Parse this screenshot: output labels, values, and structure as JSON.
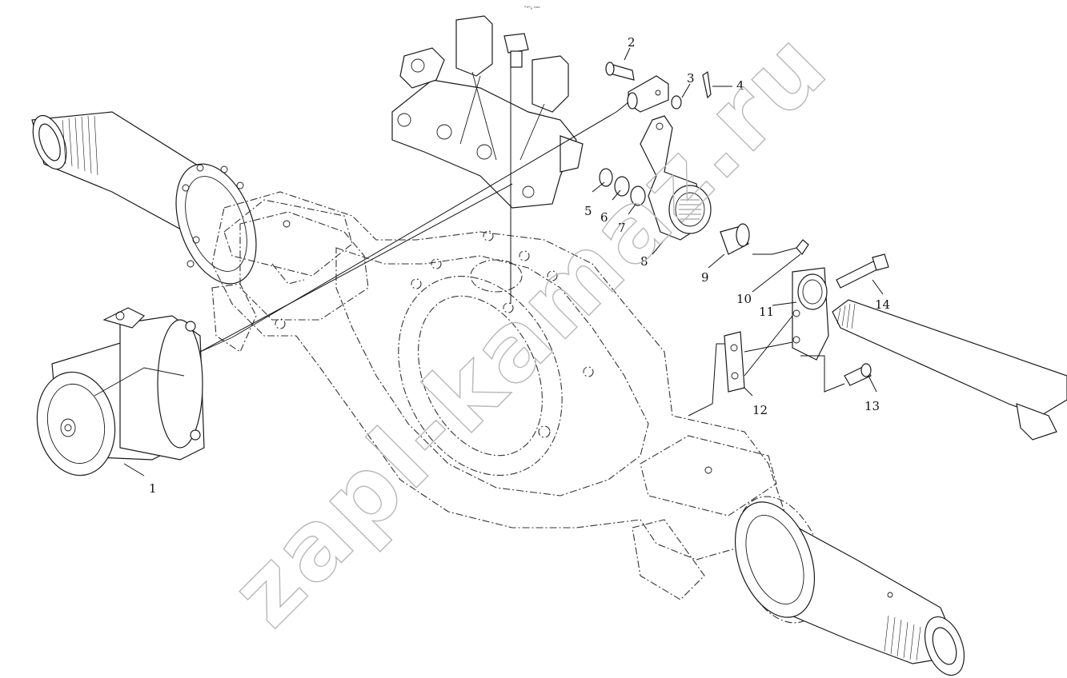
{
  "diagram": {
    "header_mark": "\"⁵\"₀ ᵒᵒᵒ",
    "watermark": "zapl-kamaz.ru",
    "callouts": [
      {
        "id": "1",
        "label": "1"
      },
      {
        "id": "2",
        "label": "2"
      },
      {
        "id": "3",
        "label": "3"
      },
      {
        "id": "4",
        "label": "4"
      },
      {
        "id": "5",
        "label": "5"
      },
      {
        "id": "6",
        "label": "6"
      },
      {
        "id": "7",
        "label": "7"
      },
      {
        "id": "8",
        "label": "8"
      },
      {
        "id": "9",
        "label": "9"
      },
      {
        "id": "10",
        "label": "10"
      },
      {
        "id": "11",
        "label": "11"
      },
      {
        "id": "12",
        "label": "12"
      },
      {
        "id": "13",
        "label": "13"
      },
      {
        "id": "14",
        "label": "14"
      }
    ]
  }
}
